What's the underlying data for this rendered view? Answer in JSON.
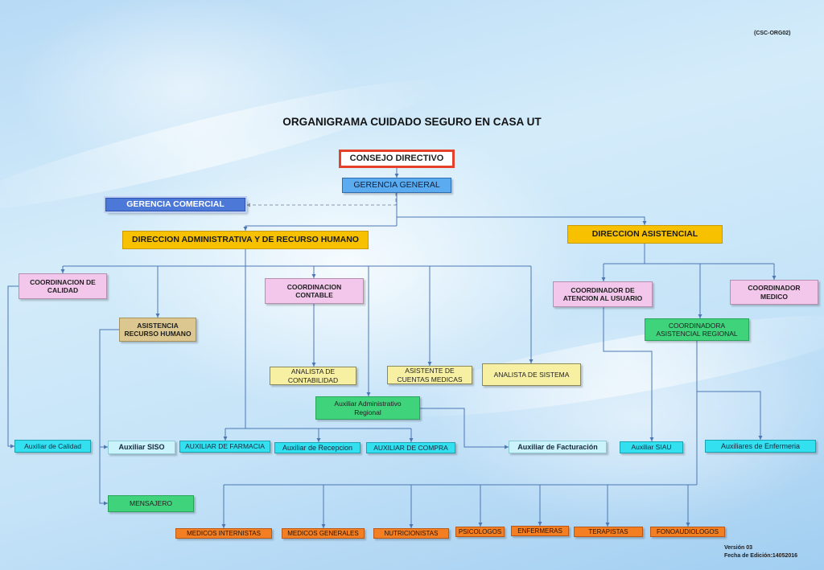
{
  "document": {
    "code": "(CSC-ORG02)",
    "title": "ORGANIGRAMA CUIDADO SEGURO EN CASA UT"
  },
  "colors": {
    "consejo_border": "#e6402a",
    "consejo_fill": "#ffffff",
    "gerencia": "#5aabef",
    "comercial": "#4c78d8",
    "direccion": "#f8c100",
    "coordinacion": "#f2c7eb",
    "asistencia_rh": "#dbc78f",
    "regional": "#3fd37c",
    "analista": "#f7f0a3",
    "auxiliar": "#33e0ef",
    "auxiliar_light": "#cbf3fb",
    "profesional": "#f47e22",
    "connector": "#4c77b4",
    "connector_dashed": "#8c98aa"
  },
  "level1": {
    "consejo_directivo": "CONSEJO DIRECTIVO",
    "gerencia_general": "GERENCIA GENERAL",
    "gerencia_comercial": "GERENCIA COMERCIAL"
  },
  "direcciones": {
    "administrativa": "DIRECCION ADMINISTRATIVA Y DE RECURSO HUMANO",
    "asistencial": "DIRECCION ASISTENCIAL"
  },
  "coordinaciones": {
    "calidad": "COORDINACION DE CALIDAD",
    "asistencia_rh": "ASISTENCIA RECURSO HUMANO",
    "contable": "COORDINACION CONTABLE",
    "atencion_usuario": "COORDINADOR DE ATENCION AL USUARIO",
    "medico": "COORDINADOR MEDICO",
    "asistencial_regional": "COORDINADORA ASISTENCIAL REGIONAL"
  },
  "analistas": {
    "contabilidad": "ANALISTA DE CONTABILIDAD",
    "cuentas_medicas": "ASISTENTE DE CUENTAS MEDICAS",
    "sistema": "ANALISTA DE SISTEMA",
    "admin_regional": "Auxiliar Administrativo Regional"
  },
  "auxiliares": {
    "calidad": "Auxiliar de Calidad",
    "siso": "Auxiliar SISO",
    "farmacia": "AUXILIAR DE FARMACIA",
    "recepcion": "Auxiliar de Recepcion",
    "compra": "AUXILIAR DE COMPRA",
    "facturacion": "Auxiliar de Facturación",
    "siau": "Auxiliar SIAU",
    "enfermeria": "Auxiliares de Enfermeria",
    "mensajero": "MENSAJERO"
  },
  "profesionales": [
    "MEDICOS INTERNISTAS",
    "MEDICOS GENERALES",
    "NUTRICIONISTAS",
    "PSICOLOGOS",
    "ENFERMERAS",
    "TERAPISTAS",
    "FONOAUDIOLOGOS"
  ],
  "footer": {
    "version": "Versión 03",
    "fecha": "Fecha de Edición:14052016"
  }
}
